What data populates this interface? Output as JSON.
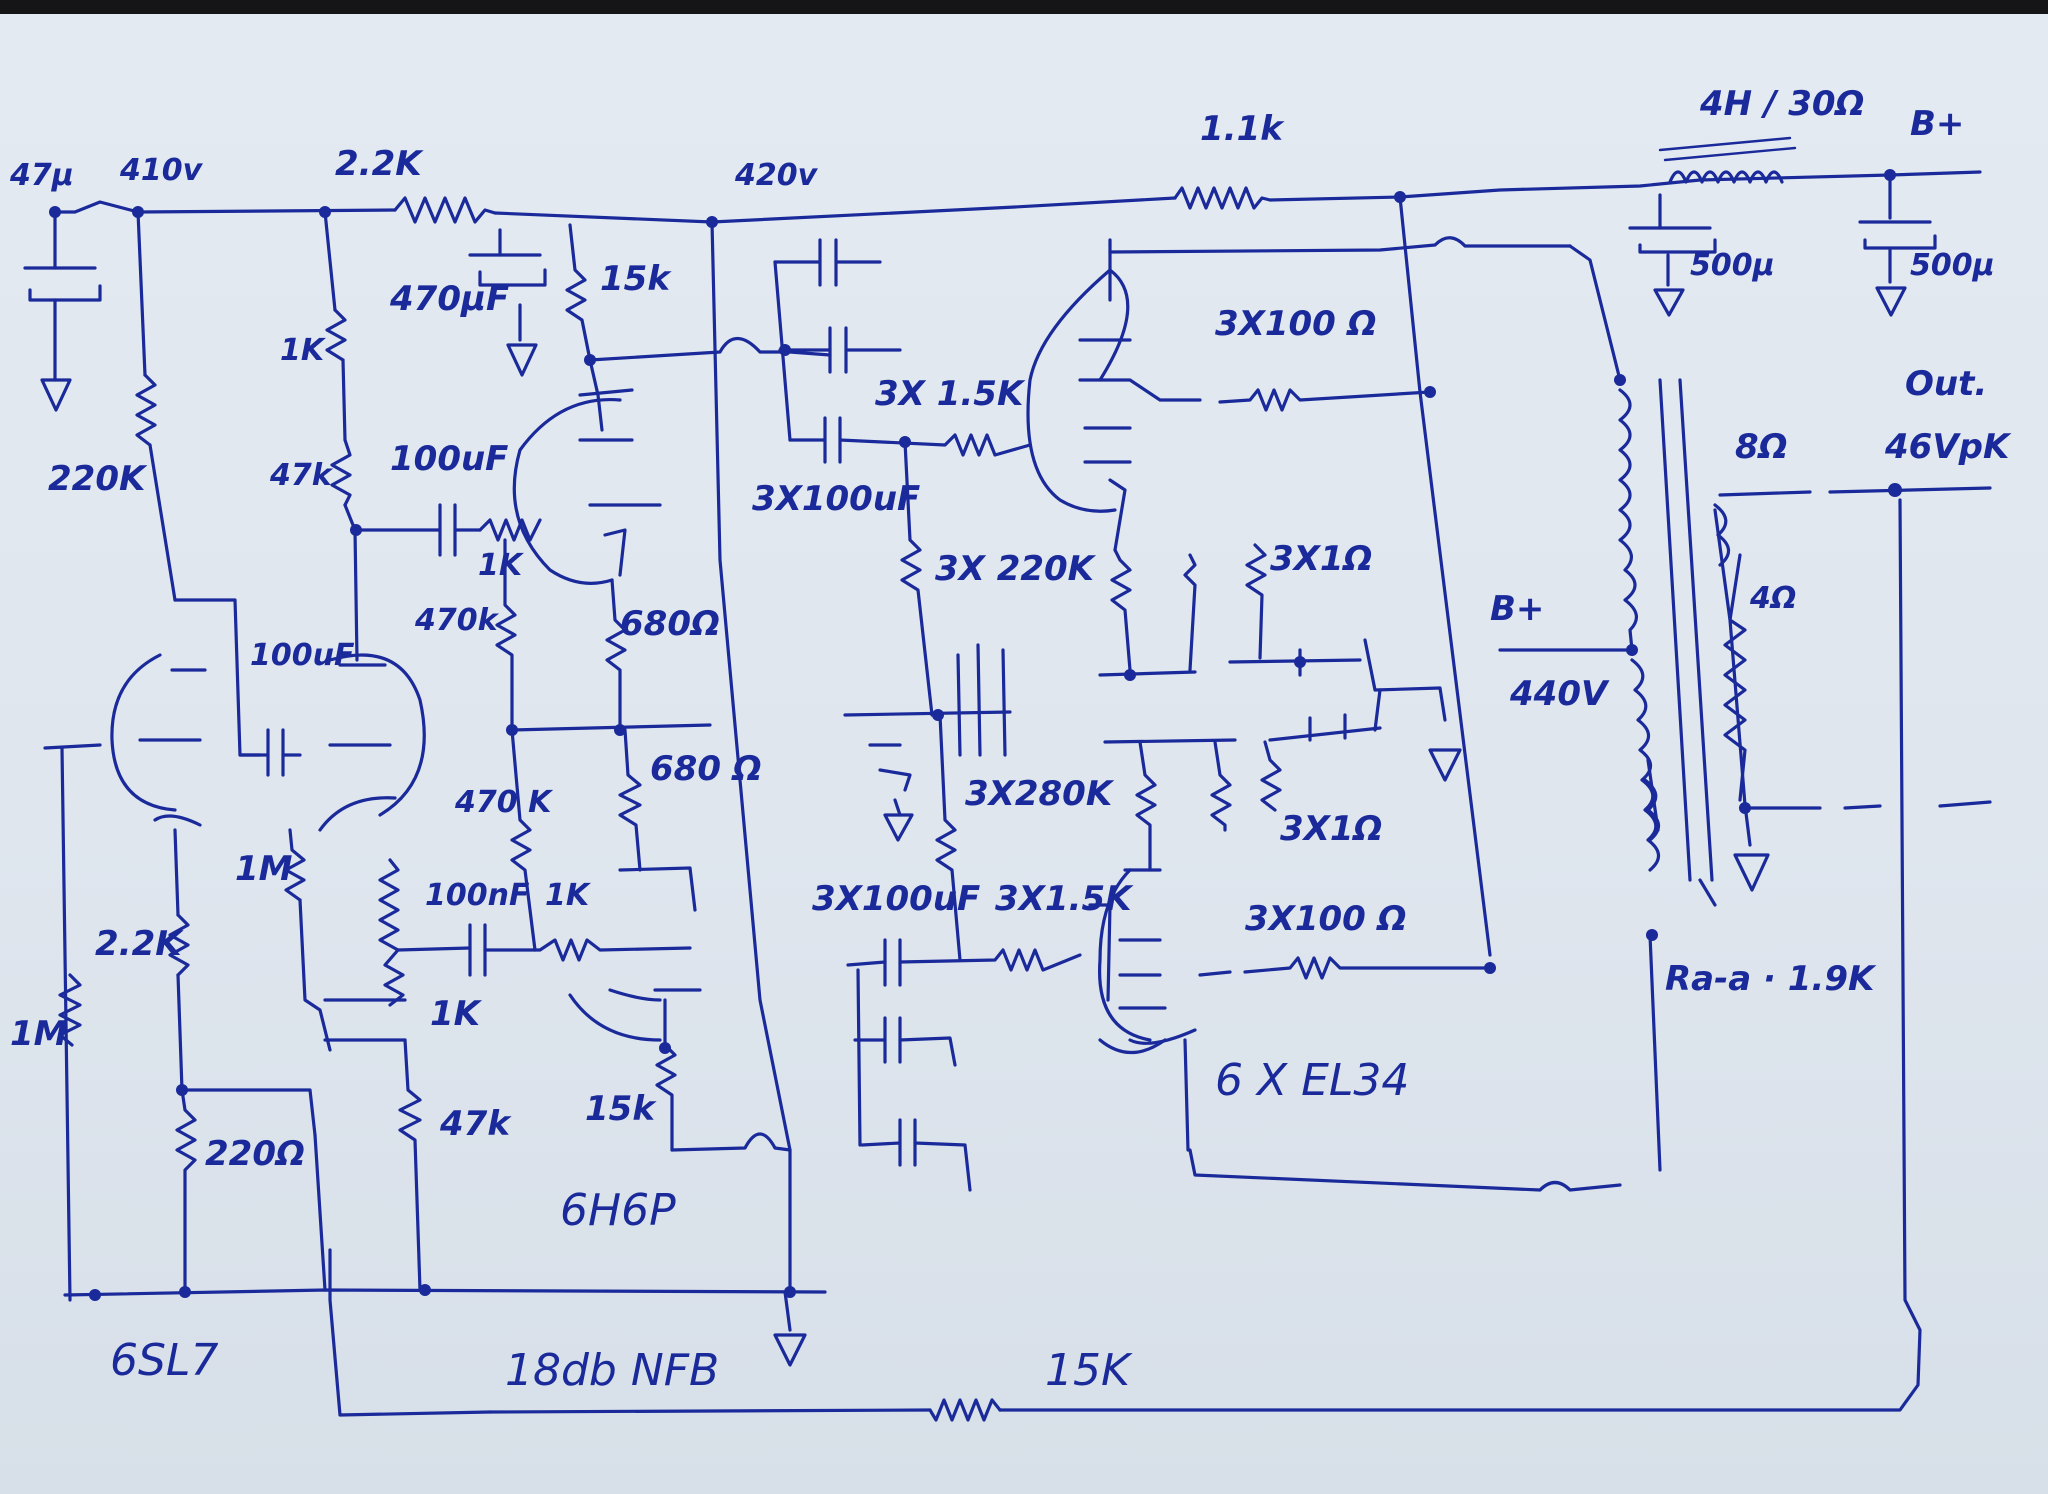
{
  "colors": {
    "paper": "#e0e7ef",
    "ink": "#1a2a9a",
    "background": "#1a1a1c"
  },
  "labels": {
    "cap_47u": "47µ",
    "v_410": "410v",
    "r_2k2": "2.2K",
    "v_420": "420v",
    "r_1k_top": "1.1k",
    "choke": "4H / 30Ω",
    "bplus_top": "B+",
    "cap_500u_a": "500µ",
    "cap_500u_b": "500µ",
    "cap_470u": "470µF",
    "r_15k_top": "15k",
    "r_1k_a": "1K",
    "r_220k": "220K",
    "r_47k_a": "47k",
    "cap_100u_a": "100uF",
    "r_1k_b": "1K",
    "r_470k_a": "470k",
    "r_680_a": "680Ω",
    "cap_100u_b": "100uF",
    "r_680_b": "680 Ω",
    "r_470k_b": "470 K",
    "r_1m_a": "1M",
    "r_2k2_b": "2.2K",
    "r_1m_b": "1M",
    "cap_100nf": "100nF",
    "r_1k_c": "1K",
    "r_1k_d": "1K",
    "r_220": "220Ω",
    "r_47k_b": "47k",
    "r_15k_mid": "15k",
    "tube_6h6p": "6H6P",
    "tube_6sl7": "6SL7",
    "nfb": "18db NFB",
    "r_15k_fb": "15K",
    "r_3x1k5_a": "3X 1.5K",
    "c_3x100u_a": "3X100uF",
    "r_3x220k": "3X 220K",
    "r_3x280k": "3X280K",
    "c_3x100u_b": "3X100uF",
    "r_3x1k5_b": "3X1.5K",
    "r_3x100_a": "3X100 Ω",
    "r_3x1_a": "3X1Ω",
    "r_3x1_b": "3X1Ω",
    "r_3x100_b": "3X100 Ω",
    "tube_el34": "6 X EL34",
    "bplus_mid": "B+",
    "v_440": "440V",
    "out_label": "Out.",
    "out_volt": "46VpK",
    "tap_8": "8Ω",
    "tap_4": "4Ω",
    "raa": "Ra-a · 1.9K"
  }
}
